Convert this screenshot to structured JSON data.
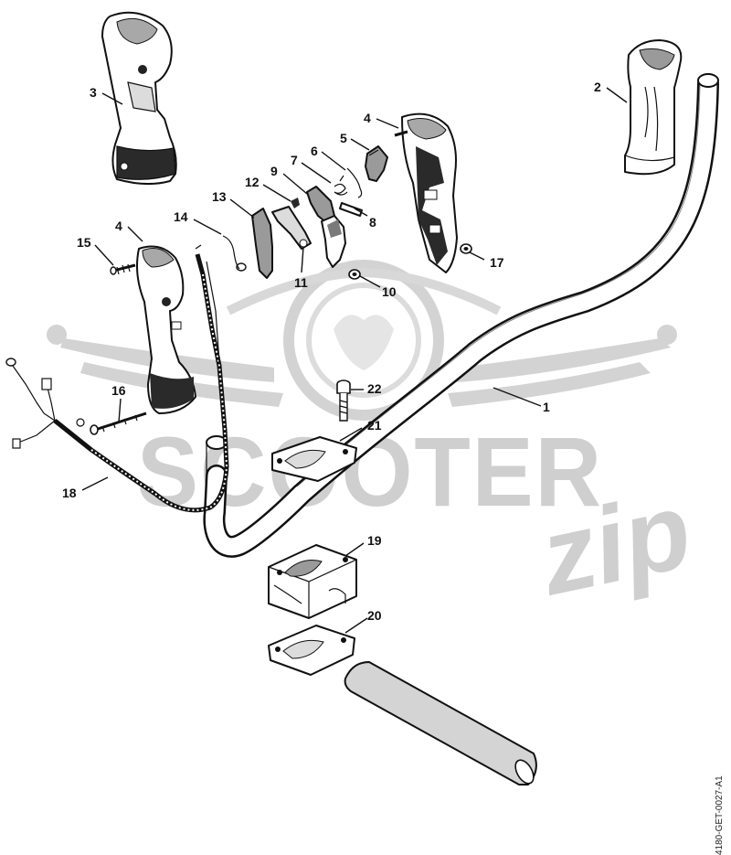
{
  "watermark": {
    "word": "SCOOTER",
    "script": "zip"
  },
  "drawing_code": "4180-GET-0027-A1",
  "callouts": {
    "c1": "1",
    "c2": "2",
    "c3": "3",
    "c4a": "4",
    "c4b": "4",
    "c5": "5",
    "c6": "6",
    "c7": "7",
    "c8": "8",
    "c9": "9",
    "c10": "10",
    "c11": "11",
    "c12": "12",
    "c13": "13",
    "c14": "14",
    "c15": "15",
    "c16": "16",
    "c17": "17",
    "c18": "18",
    "c19": "19",
    "c20": "20",
    "c21": "21",
    "c22": "22"
  },
  "colors": {
    "line": "#111111",
    "part_fill": "#ffffff",
    "part_shade": "#bdbdbd",
    "dark_shade": "#2a2a2a",
    "watermark": "#cfcfcf"
  }
}
